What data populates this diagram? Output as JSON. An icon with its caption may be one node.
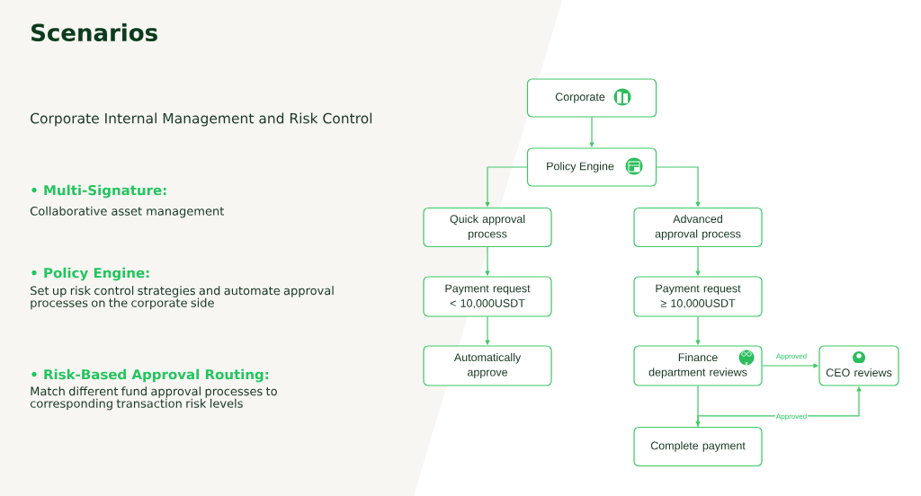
{
  "diagram": {
    "title": "Scenarios",
    "nodes": [
      {
        "text": [
          "Corporate"
        ]
      },
      {
        "text": [
          "Policy Engine"
        ]
      },
      {
        "text": [
          "Quick approval process"
        ]
      },
      {
        "text": [
          "Advanced approval process"
        ]
      },
      {
        "text": [
          "Payment request < 10,000USDT"
        ]
      },
      {
        "text": [
          "Payment request ≥ 10,000USDT"
        ]
      },
      {
        "text": [
          "Automatically approve"
        ]
      },
      {
        "text": [
          "Finance department reviews"
        ]
      },
      {
        "text": [
          "CEO reviews"
        ]
      },
      {
        "text": [
          "Complete payment"
        ]
      }
    ],
    "edges": [
      {
        "from": 0,
        "to": 1,
        "arrow": "to"
      },
      {
        "from": 1,
        "to": 2,
        "arrow": "to"
      },
      {
        "from": 1,
        "to": 3,
        "arrow": "to"
      },
      {
        "from": 2,
        "to": 4,
        "arrow": "to"
      },
      {
        "from": 3,
        "to": 5,
        "arrow": "to"
      },
      {
        "from": 4,
        "to": 6,
        "arrow": "to"
      },
      {
        "from": 5,
        "to": 7,
        "arrow": "to"
      },
      {
        "from": 7,
        "to": 8,
        "arrow": "to",
        "label": "Approved"
      },
      {
        "from": 7,
        "to": 9,
        "arrow": "to"
      },
      {
        "from": 9,
        "to": 8,
        "arrow": "to",
        "label": "Approved"
      }
    ],
    "labels": [
      "Corporate Internal Management and Risk Control",
      "• Multi-Signature:",
      "Collaborative asset management",
      "• Policy Engine:",
      "Set up risk control strategies and automate approval processes on the corporate side",
      "• Risk-Based Approval Routing:",
      "Match different fund approval processes to corresponding transaction risk levels"
    ]
  }
}
